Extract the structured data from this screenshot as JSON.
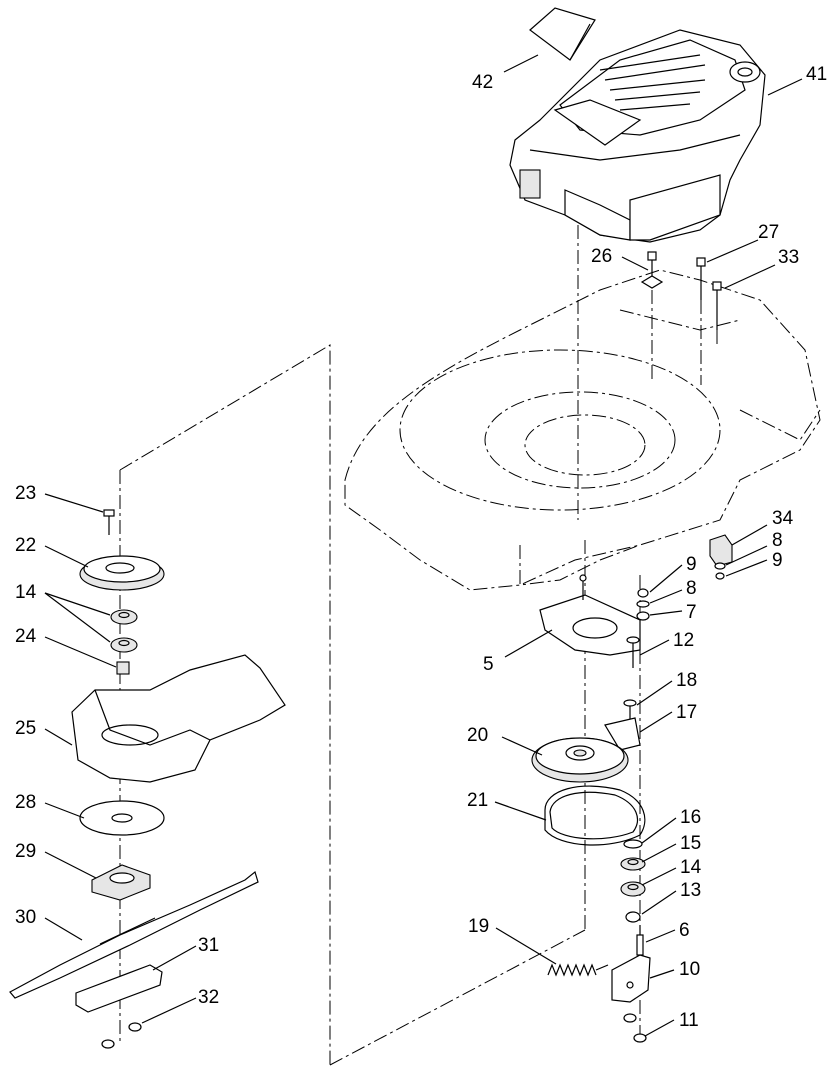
{
  "diagram": {
    "callouts": [
      "42",
      "41",
      "27",
      "26",
      "33",
      "34",
      "8",
      "9",
      "9",
      "8",
      "7",
      "12",
      "5",
      "18",
      "17",
      "20",
      "21",
      "16",
      "15",
      "14",
      "13",
      "6",
      "19",
      "10",
      "11",
      "23",
      "22",
      "14",
      "24",
      "25",
      "28",
      "29",
      "30",
      "31",
      "32"
    ]
  }
}
